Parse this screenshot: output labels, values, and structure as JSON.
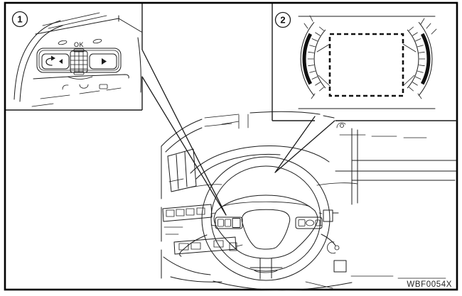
{
  "figure": {
    "code": "WBF0054X",
    "background_color": "#ffffff",
    "line_color": "#1c1c1c"
  },
  "callouts": [
    {
      "number": "1",
      "refers_to": "steering-wheel-left-spoke-switches"
    },
    {
      "number": "2",
      "refers_to": "instrument-cluster-display"
    }
  ],
  "inset1": {
    "number": "1",
    "ok_label": "OK",
    "icons": [
      "back-arrow-icon",
      "left-triangle-icon",
      "scroll-dial-grid",
      "right-triangle-icon"
    ]
  },
  "inset2": {
    "number": "2",
    "icons": [
      "left-gauge-arc",
      "dashed-display-outline",
      "right-gauge-arc"
    ]
  }
}
